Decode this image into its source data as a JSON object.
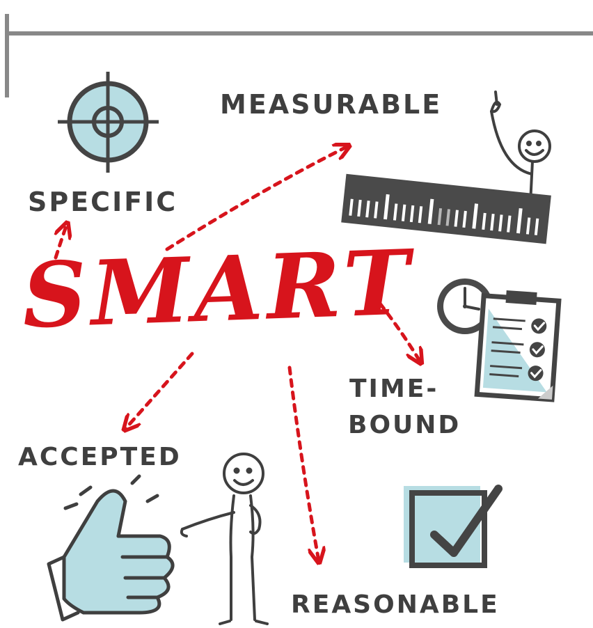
{
  "labels": {
    "specific": "SPECIFIC",
    "measurable": "MEASURABLE",
    "smart": "SMART",
    "time": "TIME-",
    "bound": "BOUND",
    "accepted": "ACCEPTED",
    "reasonable": "REASONABLE"
  },
  "icons": [
    "target-icon",
    "ruler-icon",
    "stick-figure-icon",
    "clock-icon",
    "clipboard-checklist-icon",
    "thumbs-up-icon",
    "checkbox-checked-icon"
  ],
  "colors": {
    "accent": "#d7141c",
    "ink": "#3f3f3f",
    "highlight": "#b7dde3",
    "rule": "#888888"
  }
}
